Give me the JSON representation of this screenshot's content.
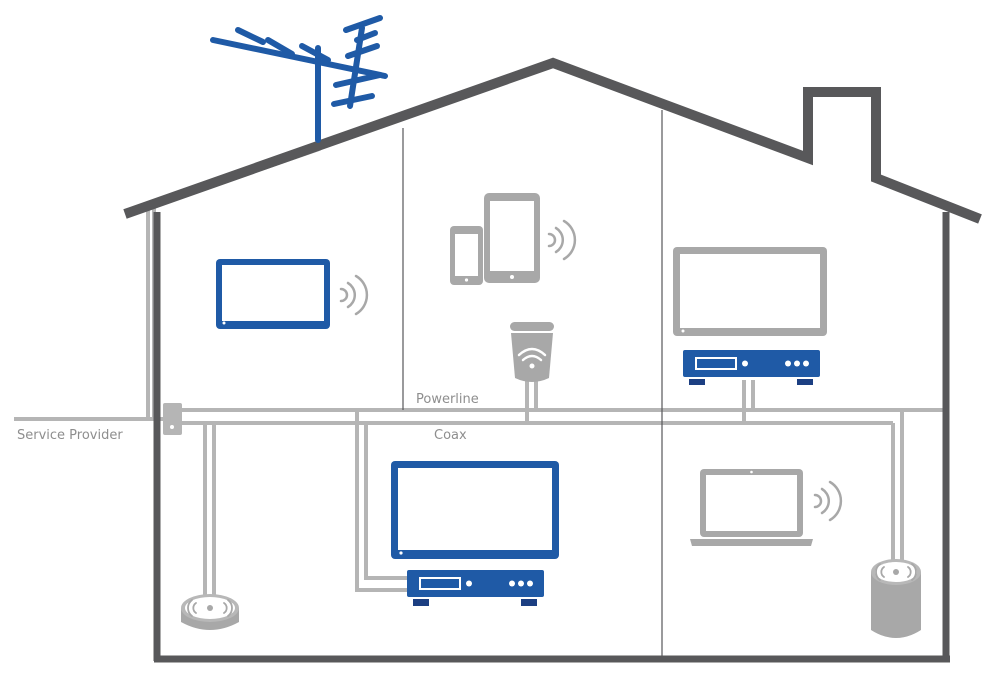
{
  "labels": {
    "service_provider": "Service Provider",
    "powerline": "Powerline",
    "coax": "Coax"
  },
  "colors": {
    "house_outline": "#58585a",
    "device_blue": "#1f5aa6",
    "device_navy": "#1c3f82",
    "device_gray": "#a8a8a8",
    "cable_gray": "#b5b5b5"
  },
  "icons": [
    "tv-antenna-icon",
    "wall-jack-icon",
    "smart-tv-icon",
    "tablet-icon",
    "smartphone-icon",
    "wifi-extender-icon",
    "tv-icon",
    "set-top-box-icon",
    "laptop-icon",
    "mesh-router-icon",
    "wireless-signal-icon"
  ]
}
